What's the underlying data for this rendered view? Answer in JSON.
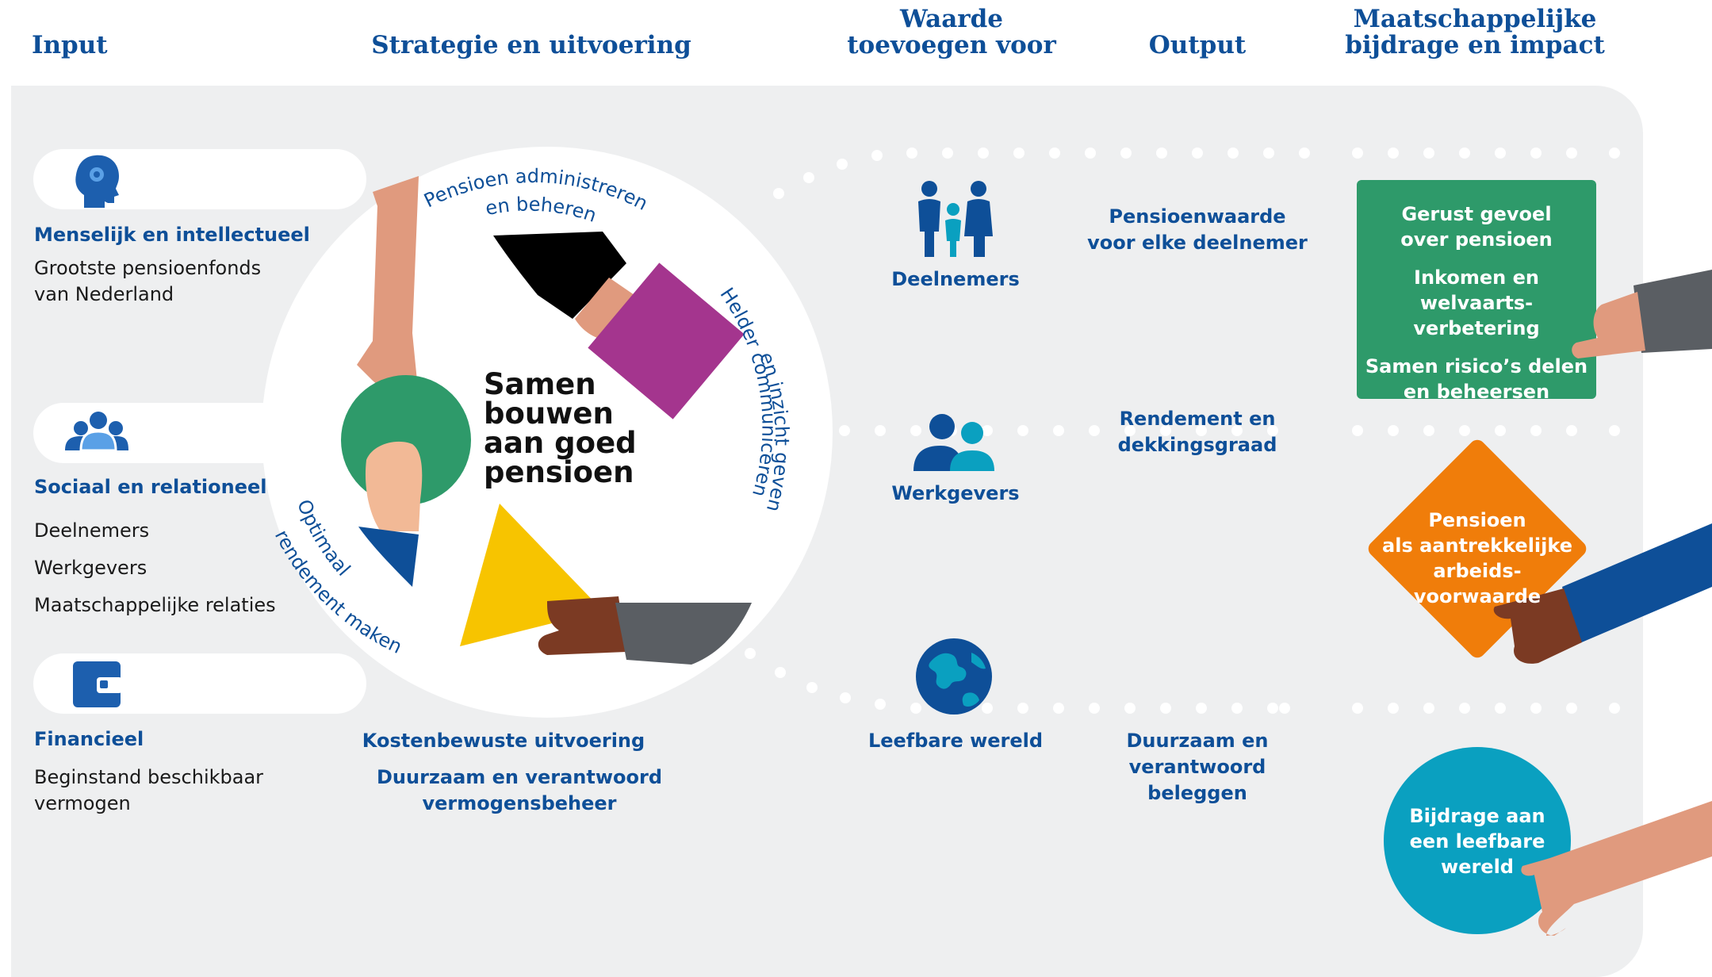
{
  "headers": {
    "input": "Input",
    "strategy": "Strategie en uitvoering",
    "value_line1": "Waarde",
    "value_line2": "toevoegen voor",
    "output": "Output",
    "impact_line1": "Maatschappelijke",
    "impact_line2": "bijdrage en impact"
  },
  "inputs": {
    "human": {
      "title": "Menselijk en intellectueel",
      "lines": [
        "Grootste pensioenfonds",
        "van Nederland"
      ]
    },
    "social": {
      "title": "Sociaal en relationeel",
      "items": [
        "Deelnemers",
        "Werkgevers",
        "Maatschappelijke relaties"
      ]
    },
    "financial": {
      "title": "Financieel",
      "lines": [
        "Beginstand beschikbaar",
        "vermogen"
      ]
    }
  },
  "strategy": {
    "center_lines": [
      "Samen",
      "bouwen",
      "aan goed",
      "pensioen"
    ],
    "arc_admin": "Pensioen administreren en beheren",
    "arc_admin_line1": "Pensioen administreren",
    "arc_admin_line2": "en beheren",
    "arc_communicate_line1": "Helder communiceren",
    "arc_communicate_line2": "en inzicht geven",
    "arc_return_line1": "Optimaal",
    "arc_return_line2": "rendement maken",
    "below_1": "Kostenbewuste uitvoering",
    "below_2_line1": "Duurzaam en verantwoord",
    "below_2_line2": "vermogensbeheer"
  },
  "value": {
    "participants": "Deelnemers",
    "employers": "Werkgevers",
    "world": "Leefbare wereld"
  },
  "output": {
    "o1_line1": "Pensioenwaarde",
    "o1_line2": "voor elke deelnemer",
    "o2_line1": "Rendement en",
    "o2_line2": "dekkingsgraad",
    "o3_line1": "Duurzaam en",
    "o3_line2": "verantwoord",
    "o3_line3": "beleggen"
  },
  "impact": {
    "green_1_line1": "Gerust gevoel",
    "green_1_line2": "over pensioen",
    "green_2_line1": "Inkomen en welvaarts-",
    "green_2_line2": "verbetering",
    "green_3_line1": "Samen risico’s delen",
    "green_3_line2": "en beheersen",
    "orange_line1": "Pensioen",
    "orange_line2": "als aantrekkelijke",
    "orange_line3": "arbeids-",
    "orange_line4": "voorwaarde",
    "teal_line1": "Bijdrage aan",
    "teal_line2": "een leefbare",
    "teal_line3": "wereld"
  },
  "colors": {
    "brand_blue": "#0e4f98",
    "icon_blue": "#1d5fae",
    "green": "#2e9a6a",
    "orange": "#f07d0a",
    "teal": "#0aa0c0",
    "purple": "#a4358e",
    "yellow": "#f7c400",
    "panel": "#eeeff0"
  },
  "icons": [
    "head-gear-icon",
    "people-group-icon",
    "wallet-icon",
    "family-icon",
    "employer-icon",
    "globe-icon"
  ]
}
